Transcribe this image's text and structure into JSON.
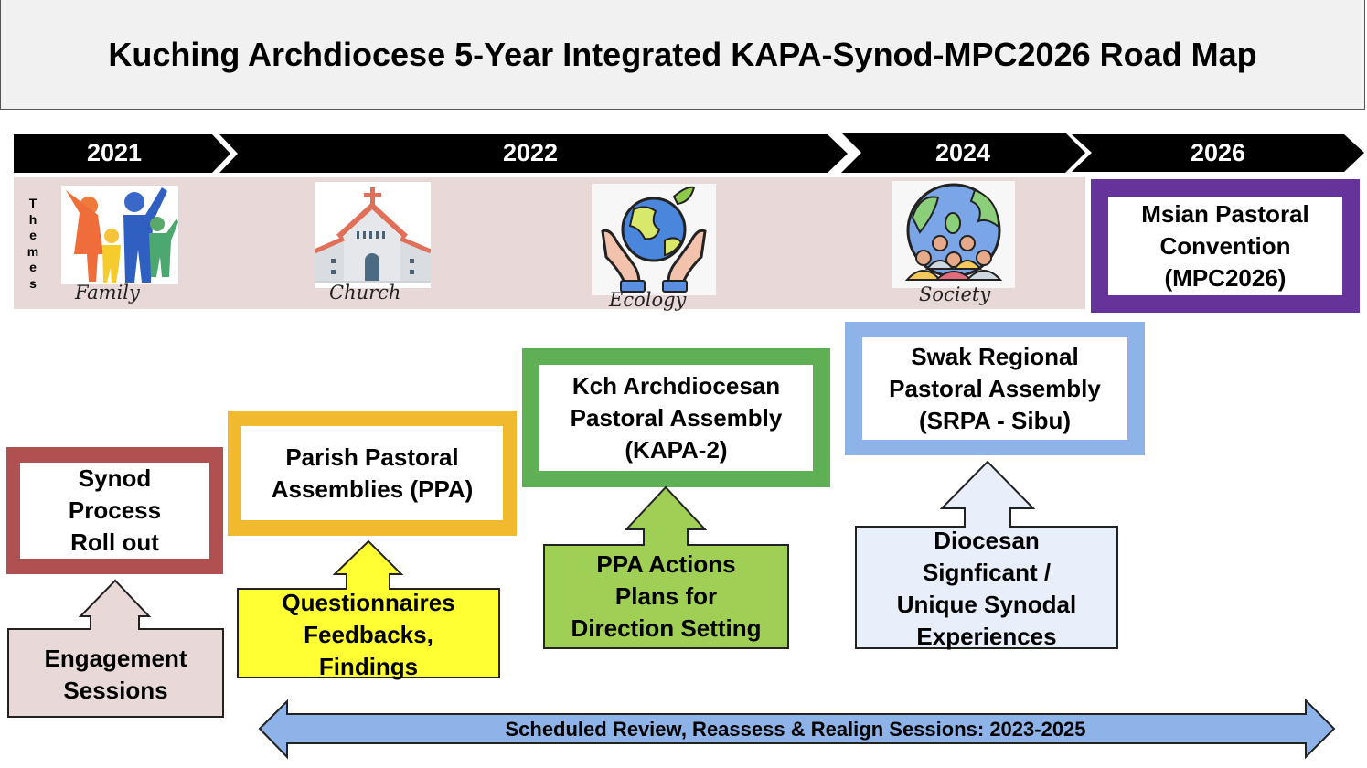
{
  "title": "Kuching Archdiocese 5-Year Integrated KAPA-Synod-MPC2026 Road Map",
  "timeline": {
    "years": [
      {
        "label": "2021"
      },
      {
        "label": "2022"
      },
      {
        "label": "2024"
      },
      {
        "label": "2026"
      }
    ],
    "color": "#000000",
    "text_color": "#ffffff"
  },
  "themes": {
    "vertical_label": "Themes",
    "band_color": "#e8d8d8",
    "items": [
      {
        "label": "Family",
        "icon": "family-icon"
      },
      {
        "label": "Church",
        "icon": "church-icon"
      },
      {
        "label": "Ecology",
        "icon": "ecology-globe-hands-icon"
      },
      {
        "label": "Society",
        "icon": "society-globe-people-icon"
      }
    ]
  },
  "milestones": [
    {
      "id": "synod",
      "lines": [
        "Synod",
        "Process",
        "Roll out"
      ],
      "frame_color": "#b05050"
    },
    {
      "id": "ppa",
      "lines": [
        "Parish Pastoral",
        "Assemblies (PPA)"
      ],
      "frame_color": "#f0b92e"
    },
    {
      "id": "kapa",
      "lines": [
        "Kch Archdiocesan",
        "Pastoral Assembly",
        "(KAPA-2)"
      ],
      "frame_color": "#5faf55"
    },
    {
      "id": "srpa",
      "lines": [
        "Swak Regional",
        "Pastoral Assembly",
        "(SRPA - Sibu)"
      ],
      "frame_color": "#8db3e8"
    },
    {
      "id": "mpc",
      "lines": [
        "Msian Pastoral",
        "Convention",
        "(MPC2026)"
      ],
      "frame_color": "#653399"
    }
  ],
  "inputs": [
    {
      "id": "engagement",
      "lines": [
        "Engagement",
        "Sessions"
      ],
      "fill": "#e8d8d8"
    },
    {
      "id": "questionnaires",
      "lines": [
        "Questionnaires",
        "Feedbacks,",
        "Findings"
      ],
      "fill": "#ffff33"
    },
    {
      "id": "ppa-actions",
      "lines": [
        "PPA Actions",
        "Plans for",
        "Direction Setting"
      ],
      "fill": "#9fcf55"
    },
    {
      "id": "diocesan",
      "lines": [
        "Diocesan",
        "Signficant /",
        "Unique Synodal",
        "Experiences"
      ],
      "fill": "#e8eefa"
    }
  ],
  "review": {
    "label": "Scheduled Review, Reassess & Realign Sessions: 2023-2025",
    "fill": "#8db3e8"
  }
}
